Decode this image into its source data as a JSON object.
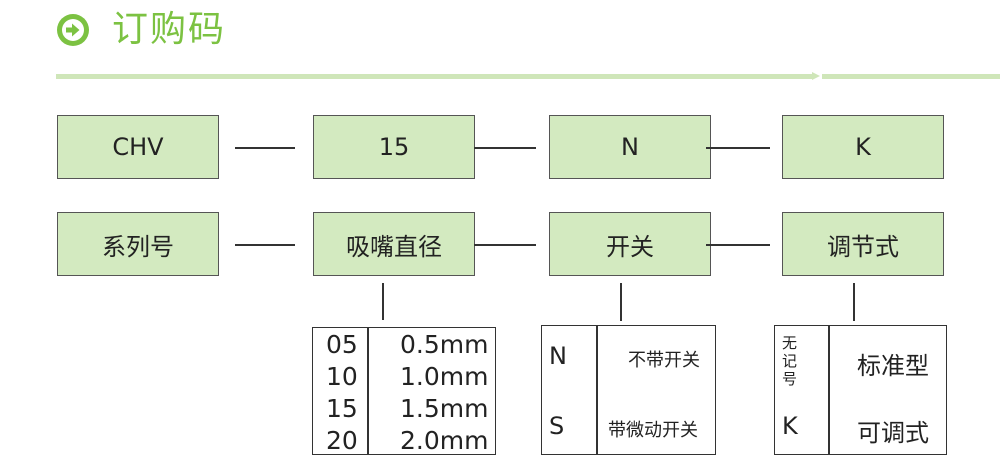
{
  "header": {
    "title": "订购码",
    "icon": "arrow-right-circle-icon",
    "accent": "#7cc242",
    "rule_color": "#cfe6b9"
  },
  "code_row": [
    "CHV",
    "15",
    "N",
    "K"
  ],
  "label_row": [
    "系列号",
    "吸嘴直径",
    "开关",
    "调节式"
  ],
  "box_color": "#d3eac0",
  "nozzle_table": {
    "rows": [
      {
        "code": "05",
        "size": "0.5mm"
      },
      {
        "code": "10",
        "size": "1.0mm"
      },
      {
        "code": "15",
        "size": "1.5mm"
      },
      {
        "code": "20",
        "size": "2.0mm"
      }
    ]
  },
  "switch_table": {
    "rows": [
      {
        "code": "N",
        "desc": "不带开关"
      },
      {
        "code": "S",
        "desc": "带微动开关"
      }
    ]
  },
  "adjust_table": {
    "rows": [
      {
        "code": "无记号",
        "desc": "标准型"
      },
      {
        "code": "K",
        "desc": "可调式"
      }
    ]
  }
}
